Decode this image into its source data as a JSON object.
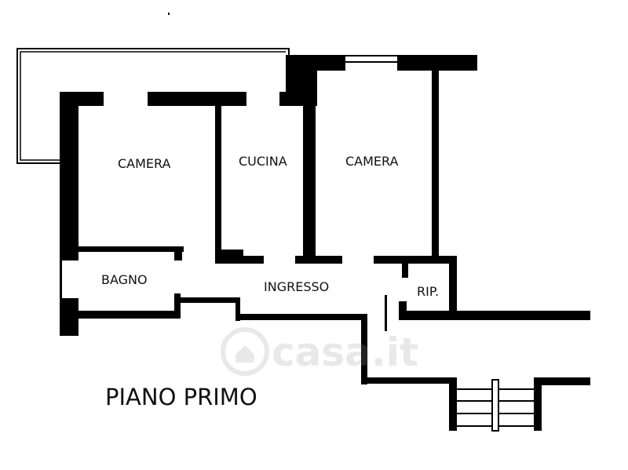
{
  "plan": {
    "floor_label": "PIANO PRIMO",
    "rooms": {
      "camera_left": "CAMERA",
      "cucina": "CUCINA",
      "camera_right": "CAMERA",
      "bagno": "BAGNO",
      "ingresso": "INGRESSO",
      "ripostiglio": "RIP."
    },
    "watermark": "casa.it"
  },
  "colors": {
    "wall": "#000000",
    "background": "#ffffff",
    "watermark": "#9a9a9a"
  }
}
